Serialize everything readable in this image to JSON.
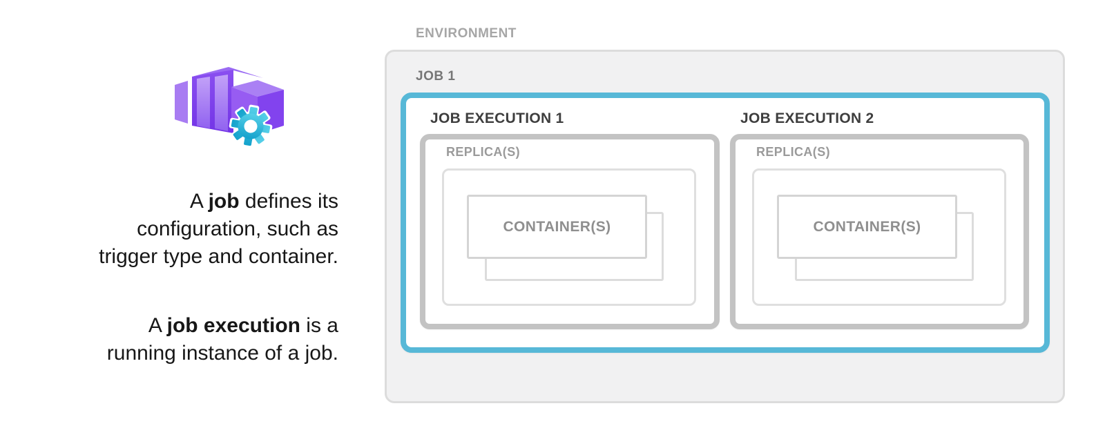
{
  "info_panel": {
    "icon": {
      "name": "azure-container-apps-job-icon",
      "purple_dark": "#7b3bee",
      "purple_mid": "#975cf2",
      "purple_light": "#aa80f4",
      "cyan": "#2bb7d9"
    },
    "para1": {
      "pre": "A ",
      "bold": "job",
      "line1_rest": " defines its",
      "line2": "configuration, such as",
      "line3": "trigger type and container."
    },
    "para2": {
      "pre": "A ",
      "bold": "job execution",
      "line1_rest": " is a",
      "line2": "running instance of a job."
    }
  },
  "diagram": {
    "environment_label": "ENVIRONMENT",
    "job_label": "JOB 1",
    "accent_color": "#57b8d7",
    "box_gray": "#c3c3c3",
    "executions": [
      {
        "title": "JOB EXECUTION 1",
        "replica_label": "REPLICA(S)",
        "container_label": "CONTAINER(S)"
      },
      {
        "title": "JOB EXECUTION 2",
        "replica_label": "REPLICA(S)",
        "container_label": "CONTAINER(S)"
      }
    ]
  }
}
